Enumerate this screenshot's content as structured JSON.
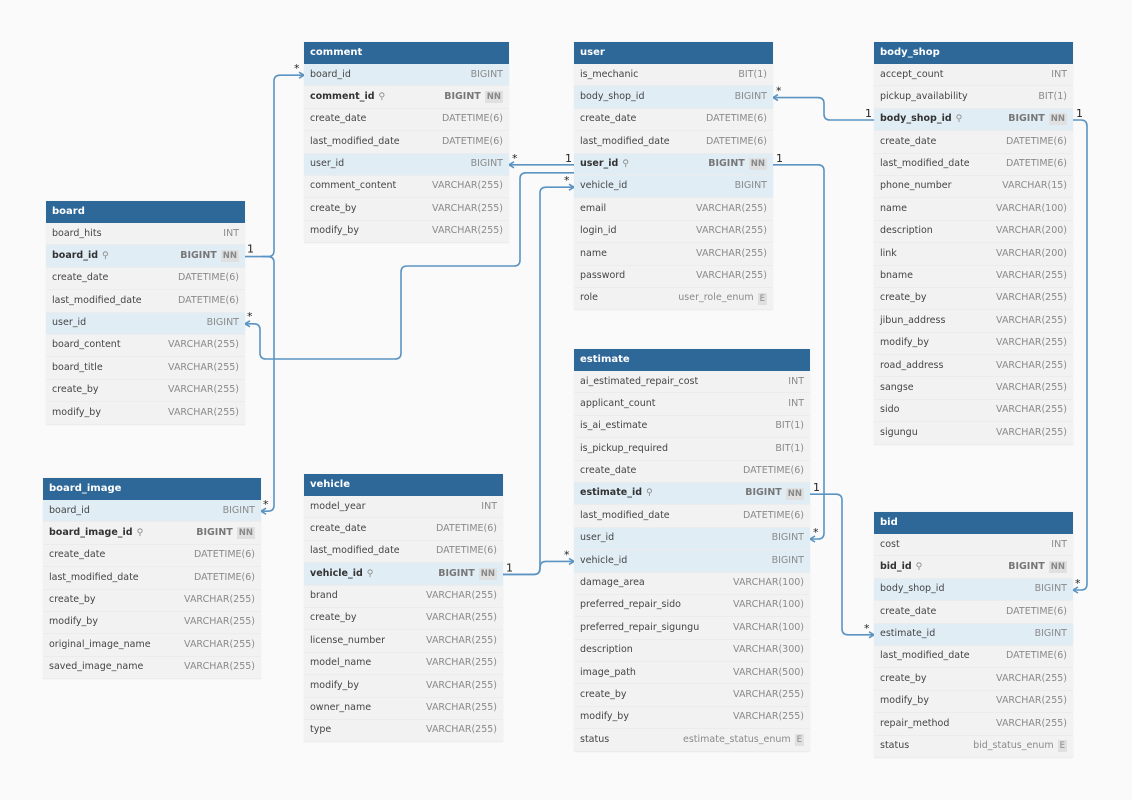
{
  "tables": [
    {
      "name": "comment",
      "fields": [
        {
          "name": "board_id",
          "type": "BIGINT",
          "ref": true
        },
        {
          "name": "comment_id",
          "type": "BIGINT",
          "pk": true,
          "nn": "NN"
        },
        {
          "name": "create_date",
          "type": "DATETIME(6)"
        },
        {
          "name": "last_modified_date",
          "type": "DATETIME(6)"
        },
        {
          "name": "user_id",
          "type": "BIGINT",
          "ref": true
        },
        {
          "name": "comment_content",
          "type": "VARCHAR(255)"
        },
        {
          "name": "create_by",
          "type": "VARCHAR(255)"
        },
        {
          "name": "modify_by",
          "type": "VARCHAR(255)"
        }
      ]
    },
    {
      "name": "user",
      "fields": [
        {
          "name": "is_mechanic",
          "type": "BIT(1)"
        },
        {
          "name": "body_shop_id",
          "type": "BIGINT",
          "ref": true
        },
        {
          "name": "create_date",
          "type": "DATETIME(6)"
        },
        {
          "name": "last_modified_date",
          "type": "DATETIME(6)"
        },
        {
          "name": "user_id",
          "type": "BIGINT",
          "pk": true,
          "nn": "NN",
          "ref": true
        },
        {
          "name": "vehicle_id",
          "type": "BIGINT",
          "ref": true
        },
        {
          "name": "email",
          "type": "VARCHAR(255)"
        },
        {
          "name": "login_id",
          "type": "VARCHAR(255)"
        },
        {
          "name": "name",
          "type": "VARCHAR(255)"
        },
        {
          "name": "password",
          "type": "VARCHAR(255)"
        },
        {
          "name": "role",
          "type": "user_role_enum",
          "e": "E"
        }
      ]
    },
    {
      "name": "body_shop",
      "fields": [
        {
          "name": "accept_count",
          "type": "INT"
        },
        {
          "name": "pickup_availability",
          "type": "BIT(1)"
        },
        {
          "name": "body_shop_id",
          "type": "BIGINT",
          "pk": true,
          "nn": "NN",
          "ref": true
        },
        {
          "name": "create_date",
          "type": "DATETIME(6)"
        },
        {
          "name": "last_modified_date",
          "type": "DATETIME(6)"
        },
        {
          "name": "phone_number",
          "type": "VARCHAR(15)"
        },
        {
          "name": "name",
          "type": "VARCHAR(100)"
        },
        {
          "name": "description",
          "type": "VARCHAR(200)"
        },
        {
          "name": "link",
          "type": "VARCHAR(200)"
        },
        {
          "name": "bname",
          "type": "VARCHAR(255)"
        },
        {
          "name": "create_by",
          "type": "VARCHAR(255)"
        },
        {
          "name": "jibun_address",
          "type": "VARCHAR(255)"
        },
        {
          "name": "modify_by",
          "type": "VARCHAR(255)"
        },
        {
          "name": "road_address",
          "type": "VARCHAR(255)"
        },
        {
          "name": "sangse",
          "type": "VARCHAR(255)"
        },
        {
          "name": "sido",
          "type": "VARCHAR(255)"
        },
        {
          "name": "sigungu",
          "type": "VARCHAR(255)"
        }
      ]
    },
    {
      "name": "board",
      "fields": [
        {
          "name": "board_hits",
          "type": "INT"
        },
        {
          "name": "board_id",
          "type": "BIGINT",
          "pk": true,
          "nn": "NN",
          "ref": true
        },
        {
          "name": "create_date",
          "type": "DATETIME(6)"
        },
        {
          "name": "last_modified_date",
          "type": "DATETIME(6)"
        },
        {
          "name": "user_id",
          "type": "BIGINT",
          "ref": true
        },
        {
          "name": "board_content",
          "type": "VARCHAR(255)"
        },
        {
          "name": "board_title",
          "type": "VARCHAR(255)"
        },
        {
          "name": "create_by",
          "type": "VARCHAR(255)"
        },
        {
          "name": "modify_by",
          "type": "VARCHAR(255)"
        }
      ]
    },
    {
      "name": "estimate",
      "fields": [
        {
          "name": "ai_estimated_repair_cost",
          "type": "INT"
        },
        {
          "name": "applicant_count",
          "type": "INT"
        },
        {
          "name": "is_ai_estimate",
          "type": "BIT(1)"
        },
        {
          "name": "is_pickup_required",
          "type": "BIT(1)"
        },
        {
          "name": "create_date",
          "type": "DATETIME(6)"
        },
        {
          "name": "estimate_id",
          "type": "BIGINT",
          "pk": true,
          "nn": "NN",
          "ref": true
        },
        {
          "name": "last_modified_date",
          "type": "DATETIME(6)"
        },
        {
          "name": "user_id",
          "type": "BIGINT",
          "ref": true
        },
        {
          "name": "vehicle_id",
          "type": "BIGINT",
          "ref": true
        },
        {
          "name": "damage_area",
          "type": "VARCHAR(100)"
        },
        {
          "name": "preferred_repair_sido",
          "type": "VARCHAR(100)"
        },
        {
          "name": "preferred_repair_sigungu",
          "type": "VARCHAR(100)"
        },
        {
          "name": "description",
          "type": "VARCHAR(300)"
        },
        {
          "name": "image_path",
          "type": "VARCHAR(500)"
        },
        {
          "name": "create_by",
          "type": "VARCHAR(255)"
        },
        {
          "name": "modify_by",
          "type": "VARCHAR(255)"
        },
        {
          "name": "status",
          "type": "estimate_status_enum",
          "e": "E"
        }
      ]
    },
    {
      "name": "board_image",
      "fields": [
        {
          "name": "board_id",
          "type": "BIGINT",
          "ref": true
        },
        {
          "name": "board_image_id",
          "type": "BIGINT",
          "pk": true,
          "nn": "NN"
        },
        {
          "name": "create_date",
          "type": "DATETIME(6)"
        },
        {
          "name": "last_modified_date",
          "type": "DATETIME(6)"
        },
        {
          "name": "create_by",
          "type": "VARCHAR(255)"
        },
        {
          "name": "modify_by",
          "type": "VARCHAR(255)"
        },
        {
          "name": "original_image_name",
          "type": "VARCHAR(255)"
        },
        {
          "name": "saved_image_name",
          "type": "VARCHAR(255)"
        }
      ]
    },
    {
      "name": "vehicle",
      "fields": [
        {
          "name": "model_year",
          "type": "INT"
        },
        {
          "name": "create_date",
          "type": "DATETIME(6)"
        },
        {
          "name": "last_modified_date",
          "type": "DATETIME(6)"
        },
        {
          "name": "vehicle_id",
          "type": "BIGINT",
          "pk": true,
          "nn": "NN",
          "ref": true
        },
        {
          "name": "brand",
          "type": "VARCHAR(255)"
        },
        {
          "name": "create_by",
          "type": "VARCHAR(255)"
        },
        {
          "name": "license_number",
          "type": "VARCHAR(255)"
        },
        {
          "name": "model_name",
          "type": "VARCHAR(255)"
        },
        {
          "name": "modify_by",
          "type": "VARCHAR(255)"
        },
        {
          "name": "owner_name",
          "type": "VARCHAR(255)"
        },
        {
          "name": "type",
          "type": "VARCHAR(255)"
        }
      ]
    },
    {
      "name": "bid",
      "fields": [
        {
          "name": "cost",
          "type": "INT"
        },
        {
          "name": "bid_id",
          "type": "BIGINT",
          "pk": true,
          "nn": "NN"
        },
        {
          "name": "body_shop_id",
          "type": "BIGINT",
          "ref": true
        },
        {
          "name": "create_date",
          "type": "DATETIME(6)"
        },
        {
          "name": "estimate_id",
          "type": "BIGINT",
          "ref": true
        },
        {
          "name": "last_modified_date",
          "type": "DATETIME(6)"
        },
        {
          "name": "create_by",
          "type": "VARCHAR(255)"
        },
        {
          "name": "modify_by",
          "type": "VARCHAR(255)"
        },
        {
          "name": "repair_method",
          "type": "VARCHAR(255)"
        },
        {
          "name": "status",
          "type": "bid_status_enum",
          "e": "E"
        }
      ]
    }
  ],
  "relationships": [
    {
      "from": "comment.board_id",
      "to": "board.board_id",
      "from_card": "*",
      "to_card": "1"
    },
    {
      "from": "comment.user_id",
      "to": "user.user_id",
      "from_card": "*",
      "to_card": "1"
    },
    {
      "from": "user.body_shop_id",
      "to": "body_shop.body_shop_id",
      "from_card": "*",
      "to_card": "1"
    },
    {
      "from": "user.vehicle_id",
      "to": "vehicle.vehicle_id",
      "from_card": "*",
      "to_card": "1"
    },
    {
      "from": "board.user_id",
      "to": "user.user_id",
      "from_card": "*",
      "to_card": "1"
    },
    {
      "from": "board_image.board_id",
      "to": "board.board_id",
      "from_card": "*",
      "to_card": "1"
    },
    {
      "from": "estimate.user_id",
      "to": "user.user_id",
      "from_card": "*",
      "to_card": "1"
    },
    {
      "from": "estimate.vehicle_id",
      "to": "vehicle.vehicle_id",
      "from_card": "*",
      "to_card": "1"
    },
    {
      "from": "bid.body_shop_id",
      "to": "body_shop.body_shop_id",
      "from_card": "*",
      "to_card": "1"
    },
    {
      "from": "bid.estimate_id",
      "to": "estimate.estimate_id",
      "from_card": "*",
      "to_card": "1"
    }
  ]
}
